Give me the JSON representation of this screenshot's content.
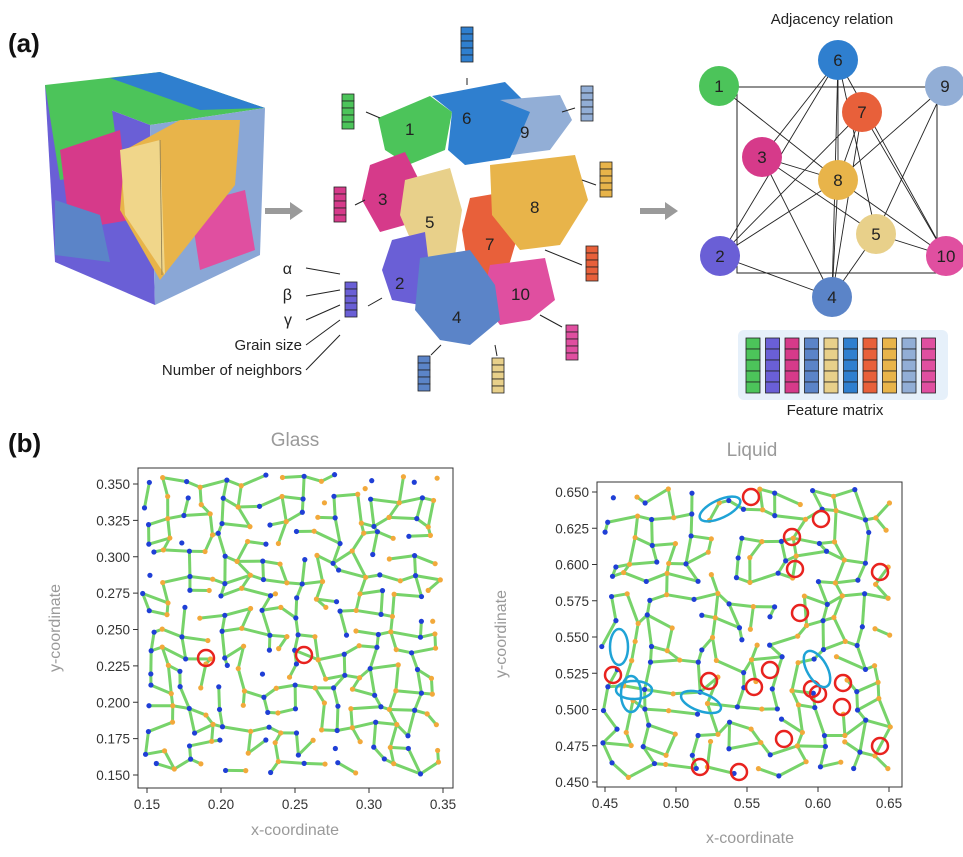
{
  "panel_a": {
    "label": "(a)",
    "adjacency_title": "Adjacency relation",
    "feature_matrix_label": "Feature matrix",
    "feature_labels": [
      "α",
      "β",
      "γ",
      "Grain size",
      "Number of neighbors"
    ],
    "grains": [
      {
        "id": "1",
        "color": "#4cc45a"
      },
      {
        "id": "2",
        "color": "#6a5fd6"
      },
      {
        "id": "3",
        "color": "#d63a8a"
      },
      {
        "id": "4",
        "color": "#5b84c8"
      },
      {
        "id": "5",
        "color": "#e8d08a"
      },
      {
        "id": "6",
        "color": "#2f7fcf"
      },
      {
        "id": "7",
        "color": "#e8603a"
      },
      {
        "id": "8",
        "color": "#e8b44a"
      },
      {
        "id": "9",
        "color": "#92aed6"
      },
      {
        "id": "10",
        "color": "#e04fa0"
      }
    ]
  },
  "panel_b": {
    "label": "(b)",
    "glass": {
      "title": "Glass",
      "xlabel": "x-coordinate",
      "ylabel": "y-coordinate",
      "xticks": [
        "0.15",
        "0.20",
        "0.25",
        "0.30",
        "0.35"
      ],
      "yticks": [
        "0.350",
        "0.325",
        "0.300",
        "0.275",
        "0.250",
        "0.225",
        "0.200",
        "0.175",
        "0.150"
      ]
    },
    "liquid": {
      "title": "Liquid",
      "xlabel": "x-coordinate",
      "ylabel": "y-coordinate",
      "xticks": [
        "0.45",
        "0.50",
        "0.55",
        "0.60",
        "0.65"
      ],
      "yticks": [
        "0.650",
        "0.625",
        "0.600",
        "0.575",
        "0.550",
        "0.525",
        "0.500",
        "0.475",
        "0.450"
      ]
    }
  },
  "colors": {
    "bond": "#77d36a",
    "atom_blue": "#1f3fd6",
    "atom_orange": "#f2a93b",
    "defect_ring": "#e8231f",
    "cluster_ring": "#1fa3d6"
  }
}
